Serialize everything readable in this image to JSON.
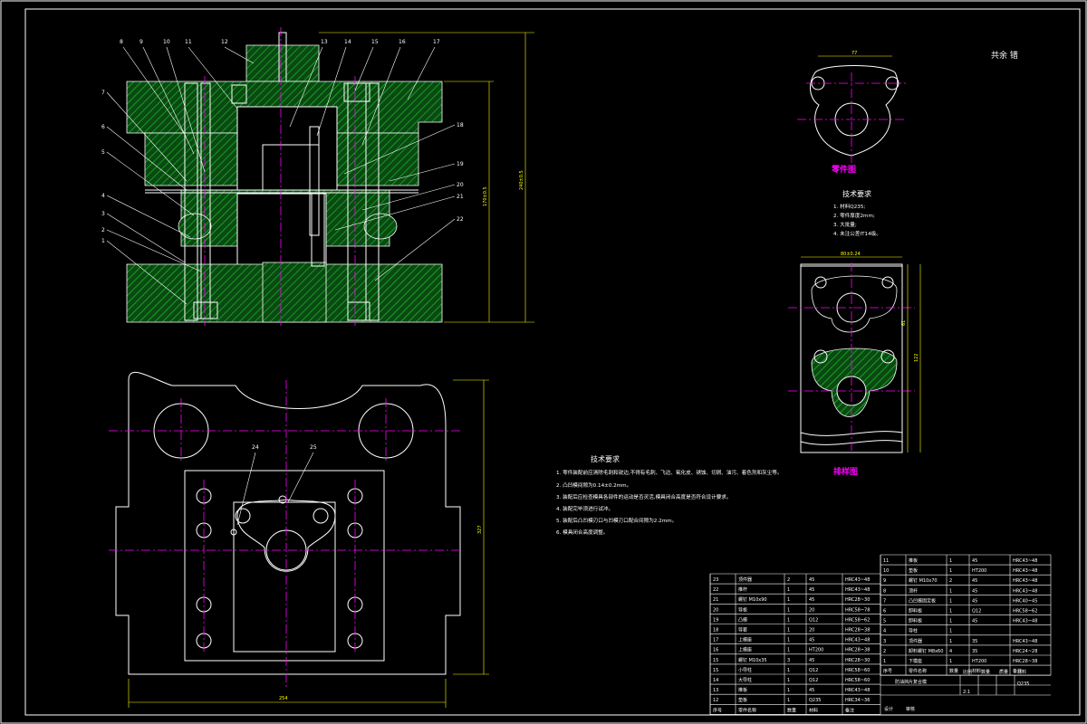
{
  "sheet_note": "共余 错",
  "part_drawing": {
    "title": "零件图"
  },
  "strip_drawing": {
    "title": "排样图"
  },
  "part_tech": {
    "heading": "技术要求",
    "lines": [
      "1. 材料Q235;",
      "2. 零件厚度2mm;",
      "3. 大批量;",
      "4. 未注公差IT14级。"
    ]
  },
  "die_tech": {
    "heading": "技术要求",
    "lines": [
      "1. 零件装配前应清除毛刺和锐边,不得有毛刺、飞边、氧化皮、锈蚀、切屑、油污、着色剂和灰尘等。",
      "2. 凸凹模间隙为0.14±0.2mm。",
      "3. 装配后应检查模具各部件的运动是否灵活,模具闭合高度是否符合设计要求。",
      "4. 装配完毕须进行试冲。",
      "5. 装配后凸凹模刃口与凹模刃口配合间隙为2.2mm。",
      "6. 模具闭合高度调整。"
    ]
  },
  "leaders_top": [
    "8",
    "9",
    "10",
    "11",
    "12",
    "13",
    "14",
    "15",
    "16",
    "17"
  ],
  "leaders_left": [
    "7",
    "6",
    "5",
    "4",
    "3",
    "2",
    "1"
  ],
  "leaders_right": [
    "18",
    "19",
    "20",
    "21",
    "22"
  ],
  "leaders_plan": [
    "24",
    "25"
  ],
  "dims": {
    "total_h": "240±0.5",
    "closed_h": "170±0.5",
    "plan_w": "254",
    "plan_h": "327",
    "part_w": "77",
    "strip_w": "80±0.24",
    "strip_pitch": "61",
    "strip_h": "122"
  },
  "bom_left_rows": [
    [
      "23",
      "顶件器",
      "2",
      "45",
      "HRC43~48"
    ],
    [
      "22",
      "推杆",
      "1",
      "45",
      "HRC43~48"
    ],
    [
      "21",
      "螺钉 M10x90",
      "1",
      "45",
      "HRC28~30"
    ],
    [
      "20",
      "导板",
      "1",
      "20",
      "HRC58~78"
    ],
    [
      "19",
      "凸模",
      "1",
      "Q12",
      "HRC58~62"
    ],
    [
      "18",
      "导套",
      "1",
      "20",
      "HRC28~38"
    ],
    [
      "17",
      "上模座",
      "1",
      "45",
      "HRC43~48"
    ],
    [
      "16",
      "上模座",
      "1",
      "HT200",
      "HRC28~38"
    ],
    [
      "15",
      "螺钉 M10x35",
      "3",
      "45",
      "HRC28~30"
    ],
    [
      "15",
      "小导柱",
      "1",
      "Q12",
      "HRC58~60"
    ],
    [
      "14",
      "大导柱",
      "1",
      "Q12",
      "HRC58~60"
    ],
    [
      "13",
      "推板",
      "1",
      "45",
      "HRC43~48"
    ],
    [
      "12",
      "垫板",
      "1",
      "Q235",
      "HRC34~36"
    ]
  ],
  "bom_left_header": [
    "序号",
    "零件名称",
    "数量",
    "材料",
    "备注"
  ],
  "bom_right_rows": [
    [
      "11",
      "推板",
      "1",
      "45",
      "HRC43~48"
    ],
    [
      "10",
      "垫板",
      "1",
      "HT200",
      "HRC43~48"
    ],
    [
      "9",
      "螺钉 M10x70",
      "2",
      "45",
      "HRC43~48"
    ],
    [
      "8",
      "顶杆",
      "1",
      "45",
      "HRC43~48"
    ],
    [
      "7",
      "凸凹模固定板",
      "1",
      "45",
      "HRC40~45"
    ],
    [
      "6",
      "卸料板",
      "1",
      "Q12",
      "HRC58~62"
    ],
    [
      "5",
      "卸料板",
      "1",
      "45",
      "HRC43~48"
    ],
    [
      "4",
      "导柱",
      "1",
      "",
      ""
    ],
    [
      "3",
      "顶件器",
      "1",
      "35",
      "HRC43~48"
    ],
    [
      "2",
      "卸料螺钉 M8x60",
      "4",
      "35",
      "HRC24~28"
    ],
    [
      "1",
      "下模座",
      "1",
      "HT200",
      "HRC28~38"
    ]
  ],
  "bom_right_header": [
    "序号",
    "零件名称",
    "数量",
    "材料",
    "备注"
  ],
  "title_block": {
    "name": "防油挡片复合模",
    "cells": [
      "比例",
      "数量",
      "质量",
      "材料"
    ],
    "scale": "2:1",
    "material": "Q235",
    "footer": [
      "设计",
      "审核"
    ]
  }
}
